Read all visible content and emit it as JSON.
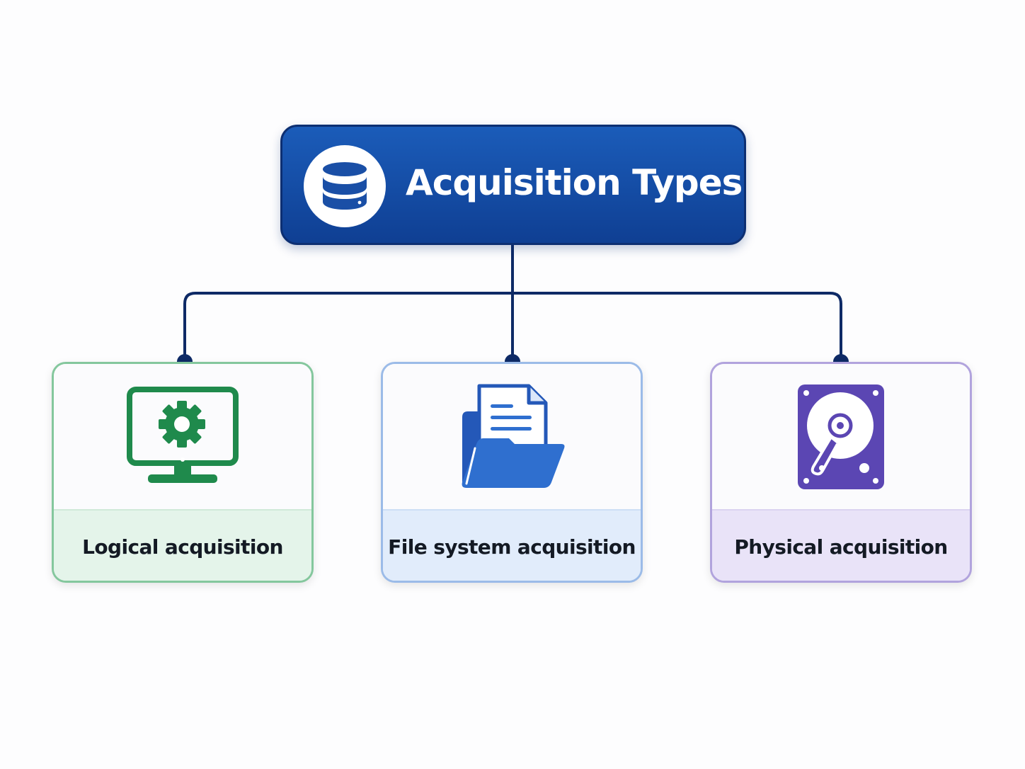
{
  "diagram": {
    "root": {
      "title": "Acquisition Types",
      "icon": "database-icon"
    },
    "children": [
      {
        "id": "logical",
        "label": "Logical acquisition",
        "icon": "monitor-gear-icon",
        "color": "#1f8a4c",
        "tint": "#e4f4ea"
      },
      {
        "id": "file-system",
        "label": "File system acquisition",
        "icon": "folder-document-icon",
        "color": "#2f6fcf",
        "tint": "#e1ecfb"
      },
      {
        "id": "physical",
        "label": "Physical acquisition",
        "icon": "hard-drive-icon",
        "color": "#5b46b3",
        "tint": "#e9e3f8"
      }
    ],
    "connector_color": "#0e2a66"
  }
}
